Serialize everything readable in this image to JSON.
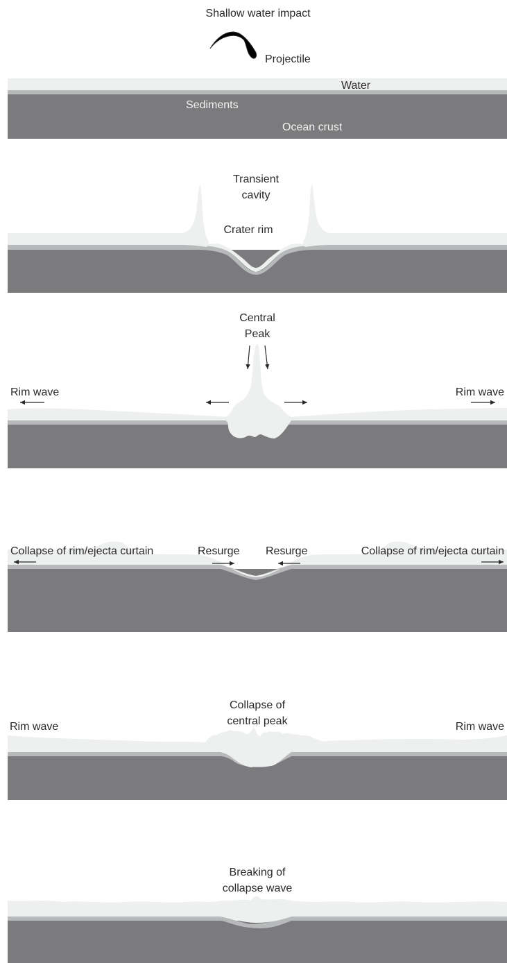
{
  "title": "Shallow water impact",
  "colors": {
    "water": "#eef0ef",
    "sediment": "#b8b9bb",
    "crust": "#7b7b7d",
    "ink": "#2a2a2a",
    "label_on_dark": "#f2f2f2"
  },
  "panel1": {
    "projectile": "Projectile",
    "water": "Water",
    "sediments": "Sediments",
    "ocean_crust": "Ocean crust"
  },
  "panel2": {
    "transient_line1": "Transient",
    "transient_line2": "cavity",
    "crater_rim": "Crater rim"
  },
  "panel3": {
    "central_line1": "Central",
    "central_line2": "Peak",
    "rim_wave_left": "Rim wave",
    "rim_wave_right": "Rim wave"
  },
  "panel4": {
    "collapse_left": "Collapse of rim/ejecta curtain",
    "resurge_left": "Resurge",
    "resurge_right": "Resurge",
    "collapse_right": "Collapse of rim/ejecta curtain"
  },
  "panel5": {
    "collapse_line1": "Collapse of",
    "collapse_line2": "central peak",
    "rim_wave_left": "Rim wave",
    "rim_wave_right": "Rim wave"
  },
  "panel6": {
    "breaking_line1": "Breaking of",
    "breaking_line2": "collapse wave"
  }
}
